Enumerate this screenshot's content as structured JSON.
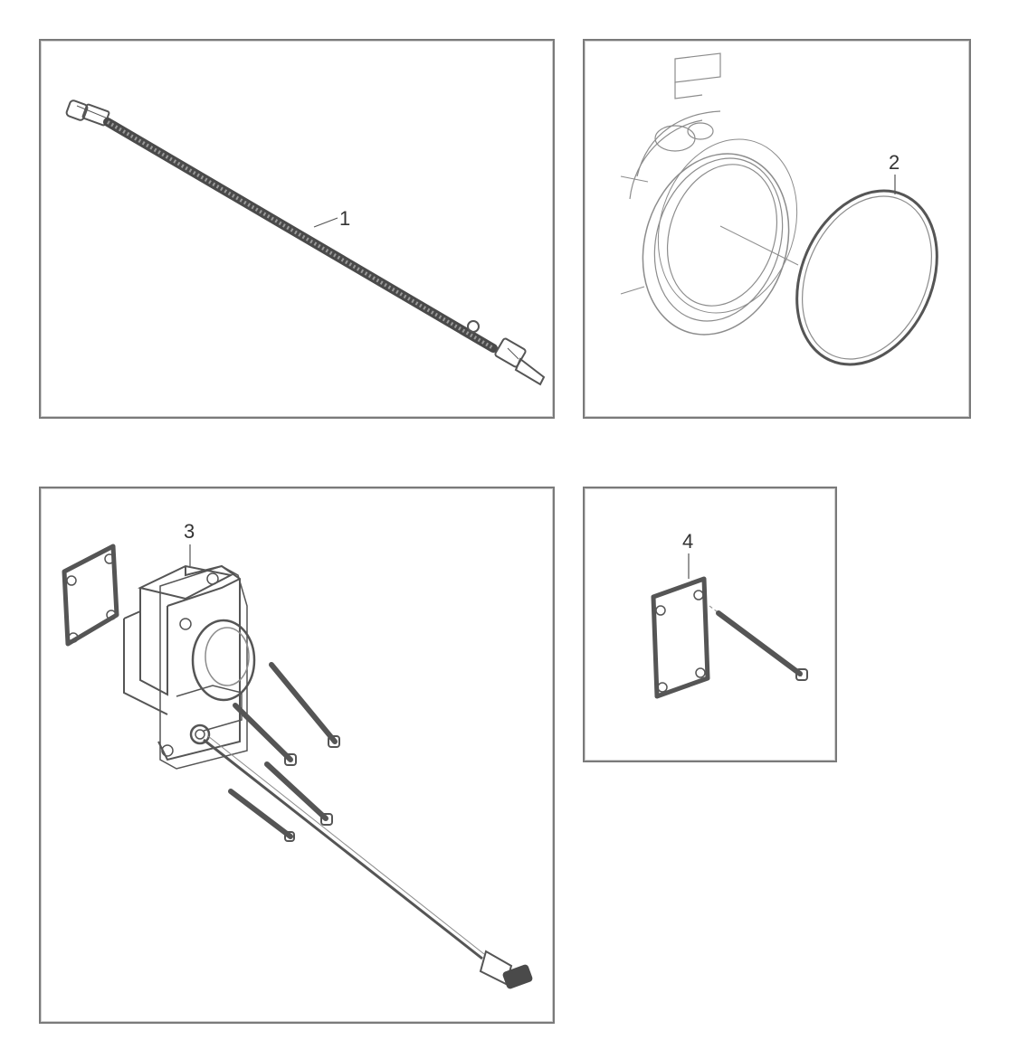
{
  "diagram": {
    "panels": [
      {
        "id": "panel-1",
        "callout": "1",
        "part": "sensor-cable"
      },
      {
        "id": "panel-2",
        "callout": "2",
        "part": "o-ring-seal"
      },
      {
        "id": "panel-3",
        "callout": "3",
        "part": "housing-assembly"
      },
      {
        "id": "panel-4",
        "callout": "4",
        "part": "gasket"
      }
    ]
  },
  "colors": {
    "border": "#7a7a7a",
    "line": "#555555",
    "light_line": "#8c8c8c"
  }
}
